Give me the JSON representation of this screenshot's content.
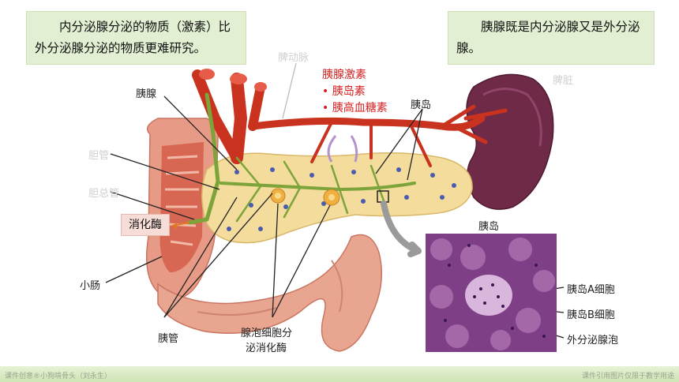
{
  "notes": {
    "left": "　　内分泌腺分泌的物质（激素）比外分泌腺分泌的物质更难研究。",
    "right": "　　胰腺既是内分泌腺又是外分泌腺。"
  },
  "labels": {
    "splenic_artery": "脾动脉",
    "spleen": "脾脏",
    "pancreas": "胰腺",
    "bile_duct": "胆管",
    "common_bile_duct": "胆总管",
    "digestive_enzyme": "消化酶",
    "small_intestine": "小肠",
    "pancreatic_duct": "胰管",
    "acinar_cells": [
      "腺泡细胞分",
      "泌消化酶"
    ],
    "islet_top": "胰岛",
    "islet_bottom": "胰岛",
    "alpha_cells": "胰岛A细胞",
    "beta_cells": "胰岛B细胞",
    "exocrine_acini": "外分泌腺泡"
  },
  "hormones": {
    "title": "胰腺激素",
    "items": [
      "• 胰岛素",
      "• 胰高血糖素"
    ]
  },
  "colors": {
    "note_bg": "#e2efd2",
    "hormone_text": "#d42020",
    "artery": "#c8321e",
    "pancreas": "#f3dc9c",
    "duct": "#7ca43a",
    "spleen": "#6e2a47",
    "intestine": "#e79a85"
  },
  "footer": {
    "left": "课件创意®小狗啃骨头（刘永生）",
    "right": "课件引用图片仅限于教学用途"
  }
}
